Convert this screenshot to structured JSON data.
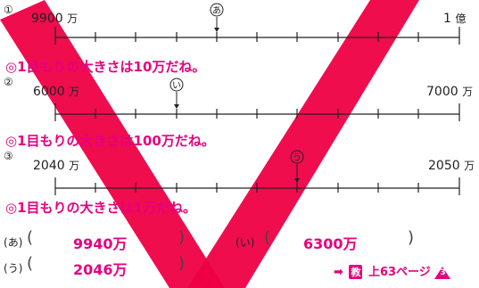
{
  "colors": {
    "accent": "#e6007e",
    "check": "#ee0044",
    "line": "#222222"
  },
  "problems": [
    {
      "marker": "①",
      "left_label": "9900",
      "left_unit": "万",
      "right_label": "1",
      "right_unit": "億",
      "arrow_label": "あ",
      "note": "◎1目もりの大きさは10万だね。"
    },
    {
      "marker": "②",
      "left_label": "6000",
      "left_unit": "万",
      "right_label": "7000",
      "right_unit": "万",
      "arrow_label": "い",
      "note": "◎1目もりの大きさは100万だね。"
    },
    {
      "marker": "③",
      "left_label": "2040",
      "left_unit": "万",
      "right_label": "2050",
      "right_unit": "万",
      "arrow_label": "う",
      "note": "◎1目もりの大きさは1万だね。"
    }
  ],
  "answers": {
    "a_label": "あ",
    "a_value": "9940万",
    "i_label": "い",
    "i_value": "6300万",
    "u_label": "う",
    "u_value": "2046万",
    "open_paren": "(",
    "close_paren": ")"
  },
  "reference": {
    "arrow": "➡",
    "book_icon": "教",
    "text": "上63ページ",
    "badge": "3"
  }
}
